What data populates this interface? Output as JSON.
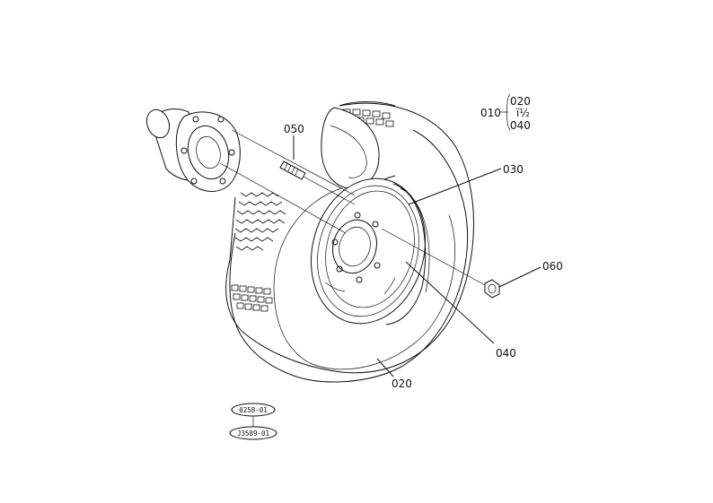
{
  "diagram": {
    "callouts": {
      "assembly": "010",
      "range_start": "020",
      "range_sep": "ï½",
      "range_end": "040",
      "p020": "020",
      "p030": "030",
      "p040": "040",
      "p050": "050",
      "p060": "060"
    },
    "codes": {
      "upper": "0258-01",
      "lower": "J3589-01"
    }
  }
}
